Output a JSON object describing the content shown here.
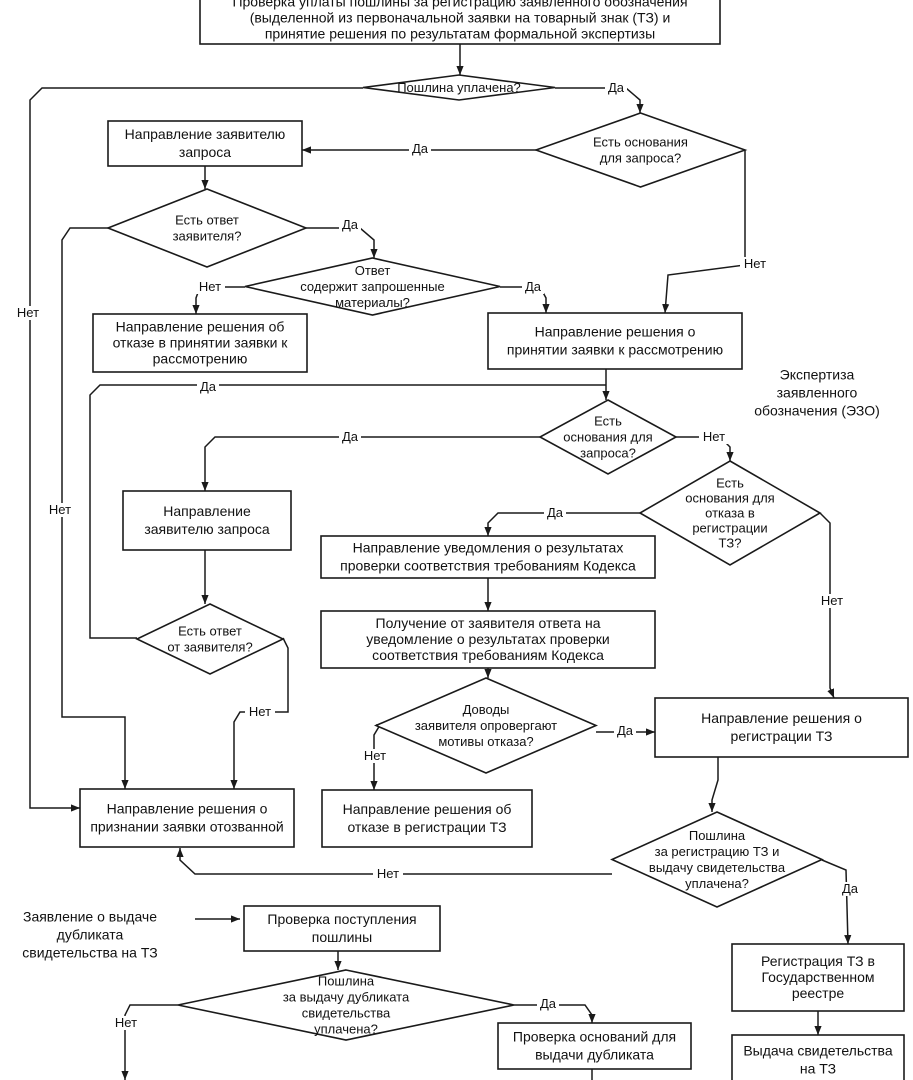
{
  "nodes": {
    "n_formal": "Проверка уплаты пошлины за регистрацию заявленного обозначения\n(выделенной из первоначальной заявки на товарный знак (ТЗ) и\nпринятие решения по результатам формальной экспертизы",
    "d_fee": "Пошлина уплачена?",
    "n_request1": "Направление заявителю\nзапроса",
    "d_grounds1": "Есть основания\nдля запроса?",
    "d_answer1": "Есть ответ\nзаявителя?",
    "d_materials": "Ответ\nсодержит  запрошенные\nматериалы?",
    "n_refuse_accept": "Направление решения об\nотказе в принятии заявки к\nрассмотрению",
    "n_accept": "Направление решения о\nпринятии заявки к рассмотрению",
    "label_eso": "Экспертиза\nзаявленного\nобозначения (ЭЗО)",
    "d_grounds2": "Есть\nоснования для\nзапроса?",
    "d_refuse_grounds": "Есть\nоснования для\nотказа в\nрегистрации\nТЗ?",
    "n_request2": "Направление\nзаявителю запроса",
    "n_notice": "Направление уведомления о результатах\nпроверки соответствия требованиям Кодекса",
    "n_reply": "Получение от заявителя  ответа на\nуведомление о результатах проверки\nсоответствия требованиям Кодекса",
    "d_answer2": "Есть ответ\nот заявителя?",
    "d_arguments": "Доводы\nзаявителя опровергают\nмотивы отказа?",
    "n_register_decision": "Направление решения о\nрегистрации ТЗ",
    "n_withdrawn": "Направление решения о\nпризнании заявки отозванной",
    "n_refuse_reg": "Направление решения об\nотказе в регистрации ТЗ",
    "d_reg_fee": "Пошлина\nза регистрацию ТЗ и\nвыдачу свидетельства\nуплачена?",
    "label_duplicate": "Заявление о выдаче\nдубликата\nсвидетельства на ТЗ",
    "n_check_fee": "Проверка поступления\nпошлины",
    "d_dup_fee": "Пошлина\nза выдачу дубликата\nсвидетельства\nуплачена?",
    "n_check_grounds": "Проверка оснований для\nвыдачи дубликата",
    "n_state_register": "Регистрация ТЗ в\nГосударственном\nреестре",
    "n_issue": "Выдача свидетельства\nна ТЗ"
  },
  "edge_labels": {
    "yes": "Да",
    "no": "Нет"
  }
}
